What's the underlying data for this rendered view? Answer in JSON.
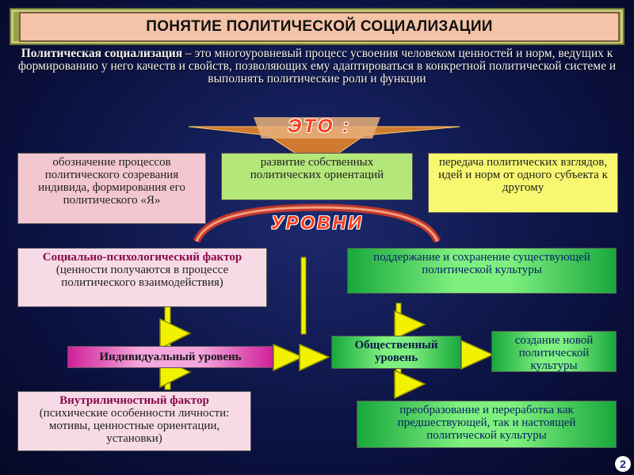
{
  "title": "ПОНЯТИЕ ПОЛИТИЧЕСКОЙ СОЦИАЛИЗАЦИИ",
  "definition": {
    "term": "Политическая социализация",
    "text": " – это многоуровневый процесс усвоения человеком ценностей и норм, ведущих к формированию у него качеств и свойств, позволяющих ему адаптироваться в конкретной политической системе и выполнять политические роли и функции"
  },
  "banner_this": "ЭТО :",
  "banner_levels": "УРОВНИ",
  "meanings": [
    "обозначение процессов политического созревания индивида, формирования его политического «Я»",
    "развитие собственных политических ориентаций",
    "передача политических взглядов, идей и норм от одного субъекта к другому"
  ],
  "left_factors": {
    "social": {
      "title": "Социально-психологический фактор",
      "text": "(ценности получаются в процессе политического взаимодействия)"
    },
    "individual": "Индивидуальный уровень",
    "intrapersonal": {
      "title": "Внутриличностный фактор",
      "text": "(психические особенности личности: мотивы, ценностные ориентации, установки)"
    }
  },
  "right_side": {
    "support": "поддержание и сохранение существующей политической культуры",
    "public": "Общественный уровень",
    "create": "создание новой политической культуры",
    "transform": "преобразование и переработка как предшествующей, так и настоящей политической культуры"
  },
  "page_number": "2",
  "colors": {
    "background": "#0d1446",
    "arrow_yellow": "#f2f200",
    "title_frame": "#9aa04a",
    "title_fill": "#f5c3a8"
  }
}
